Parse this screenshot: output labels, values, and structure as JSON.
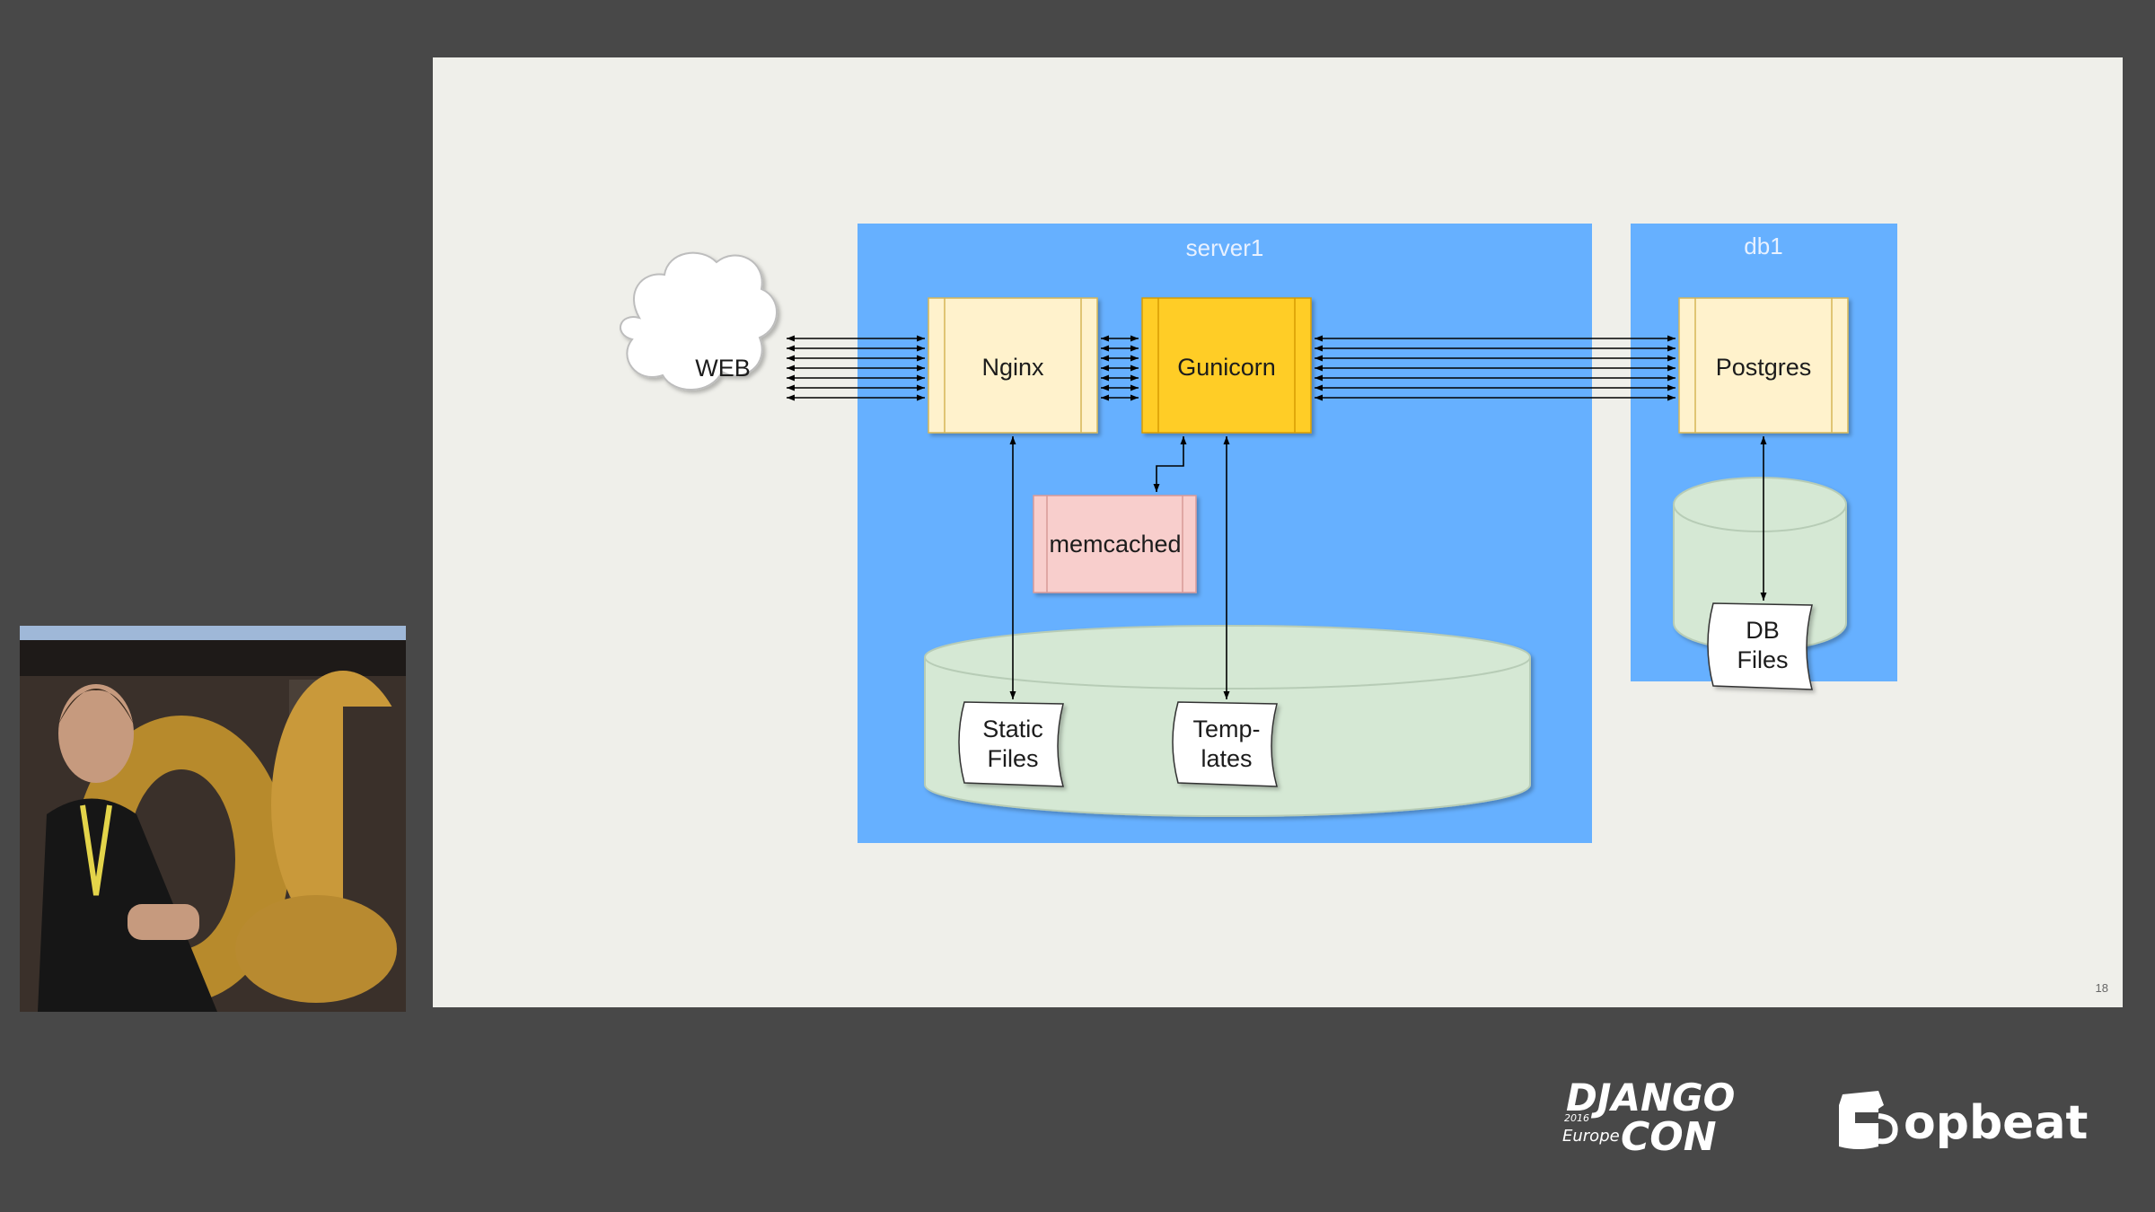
{
  "slide": {
    "page_number": "18",
    "groups": {
      "server1": "server1",
      "db1": "db1"
    },
    "nodes": {
      "web": "WEB",
      "nginx": "Nginx",
      "gunicorn": "Gunicorn",
      "memcached": "memcached",
      "postgres": "Postgres",
      "static_files": [
        "Static",
        "Files"
      ],
      "templates": [
        "Temp-",
        "lates"
      ],
      "db_files": [
        "DB",
        "Files"
      ]
    }
  },
  "logos": {
    "djangocon": {
      "line1": "DJANGO",
      "line2": "CON",
      "year": "2016",
      "region": "Europe"
    },
    "opbeat": "opbeat"
  },
  "colors": {
    "background": "#484848",
    "slide": "#efefea",
    "group_blue": "#66b0ff",
    "process_yellow": "#fff2cc",
    "gunicorn_gold": "#ffcd28",
    "memcached_pink": "#f8cecc",
    "storage_green": "#d5e8d4"
  }
}
